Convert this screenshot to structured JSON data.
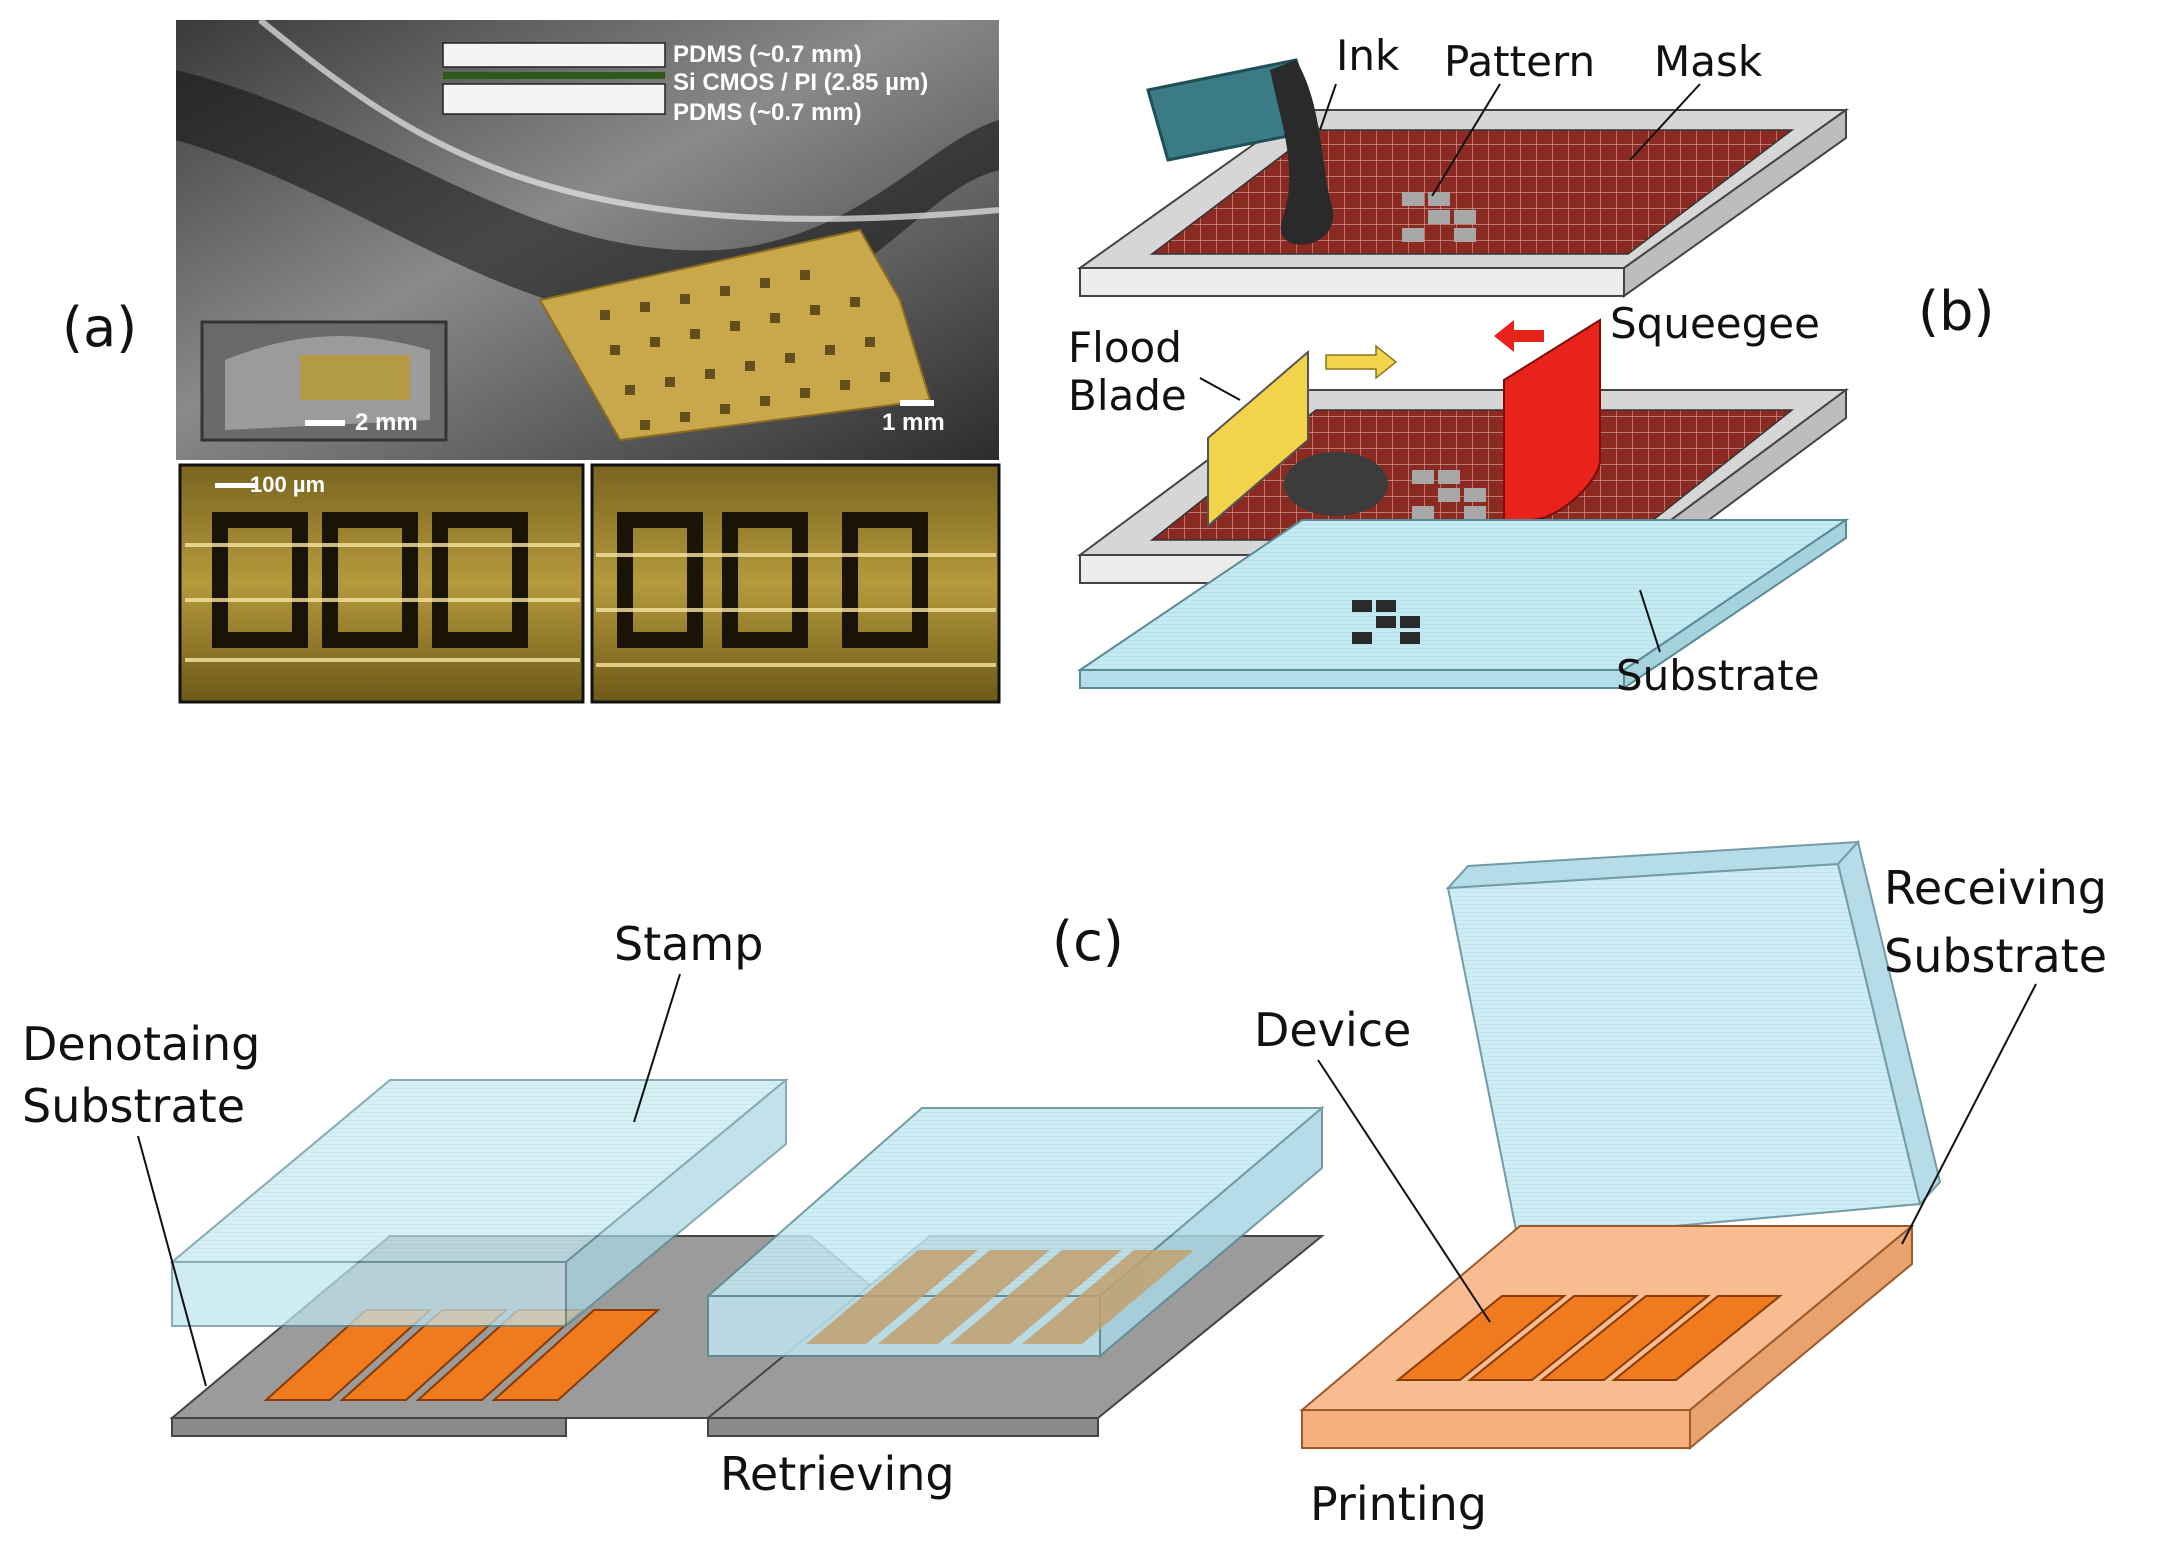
{
  "panel_a": {
    "label": "(a)",
    "layers": [
      "PDMS (~0.7 mm)",
      "Si CMOS / PI (2.85 µm)",
      "PDMS (~0.7 mm)"
    ],
    "inset_scale": "2 mm",
    "main_scale": "1 mm",
    "micro_scale": "100 µm"
  },
  "panel_b": {
    "label": "(b)",
    "ink": "Ink",
    "pattern": "Pattern",
    "mask": "Mask",
    "flood_line1": "Flood",
    "flood_line2": "Blade",
    "squeegee": "Squeegee",
    "substrate": "Substrate"
  },
  "panel_c": {
    "label": "(c)",
    "stamp": "Stamp",
    "donor_line1": "Denotaing",
    "donor_line2": "Substrate",
    "retrieving": "Retrieving",
    "device": "Device",
    "receiving_line1": "Receiving",
    "receiving_line2": "Substrate",
    "printing": "Printing"
  },
  "colors": {
    "glass": "#bfe6ef",
    "mesh": "#8b2a22",
    "device": "#f07a1e",
    "frame": "#d6d6d6",
    "blade": "#f3d34a",
    "squeegee": "#e8231b",
    "gray_substrate": "#9b9b9b",
    "receiving": "#f8bc90"
  }
}
